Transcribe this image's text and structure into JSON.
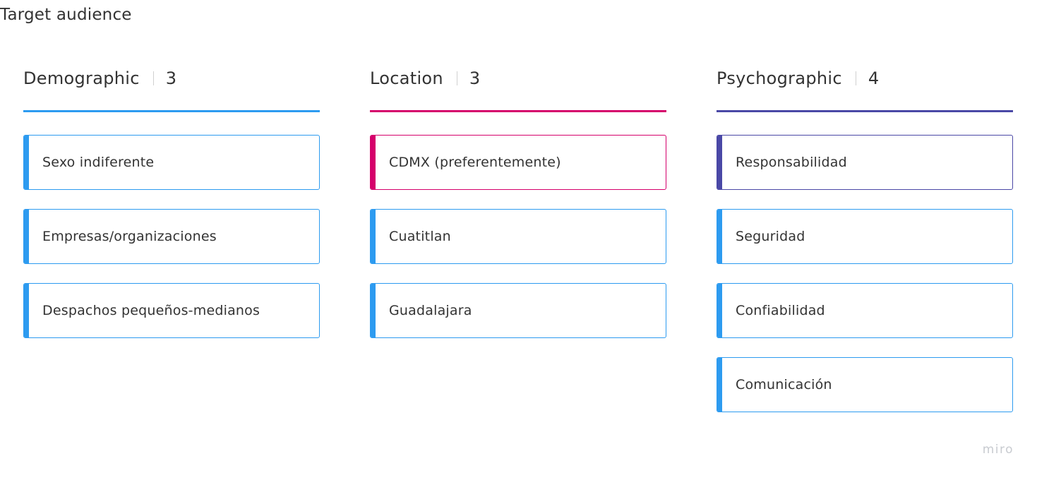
{
  "board": {
    "title": "Target audience"
  },
  "columns": [
    {
      "title": "Demographic",
      "count": "3",
      "color": "#2d9bf0",
      "cards": [
        {
          "text": "Sexo indiferente",
          "color": "#2d9bf0"
        },
        {
          "text": "Empresas/organizaciones",
          "color": "#2d9bf0"
        },
        {
          "text": "Despachos pequeños-medianos",
          "color": "#2d9bf0"
        }
      ]
    },
    {
      "title": "Location",
      "count": "3",
      "color": "#d5006b",
      "cards": [
        {
          "text": "CDMX (preferentemente)",
          "color": "#d5006b"
        },
        {
          "text": "Cuatitlan",
          "color": "#2d9bf0"
        },
        {
          "text": "Guadalajara",
          "color": "#2d9bf0"
        }
      ]
    },
    {
      "title": "Psychographic",
      "count": "4",
      "color": "#4a48a6",
      "cards": [
        {
          "text": "Responsabilidad",
          "color": "#4a48a6"
        },
        {
          "text": "Seguridad",
          "color": "#2d9bf0"
        },
        {
          "text": "Confiabilidad",
          "color": "#2d9bf0"
        },
        {
          "text": "Comunicación",
          "color": "#2d9bf0"
        }
      ]
    }
  ],
  "watermark": "miro"
}
